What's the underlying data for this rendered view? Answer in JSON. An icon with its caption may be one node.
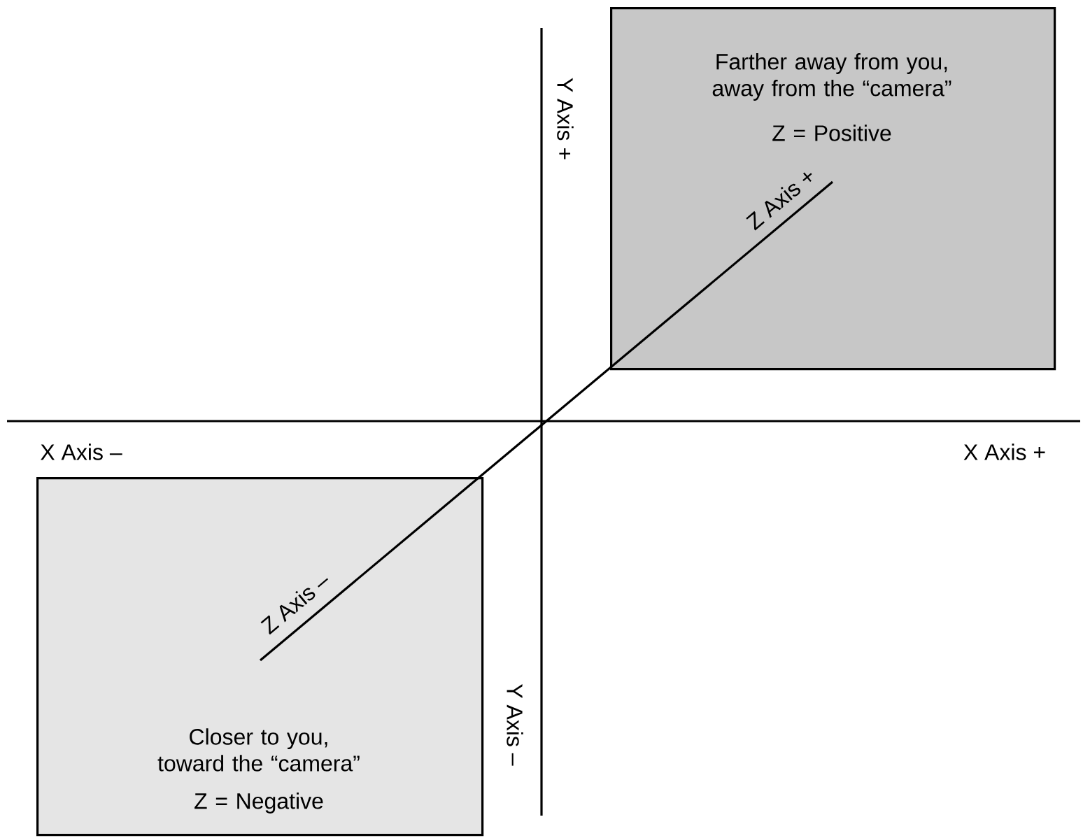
{
  "diagram": {
    "nodes": [
      {
        "text": [
          "Farther away from you, away from the “camera”",
          "Z = Positive"
        ]
      },
      {
        "text": [
          "Closer to you, toward the “camera”",
          "Z = Negative"
        ]
      }
    ],
    "labels": [
      "Y Axis +",
      "X Axis –",
      "X Axis +",
      "Z Axis +",
      "Z Axis –",
      "Y Axis –"
    ]
  }
}
